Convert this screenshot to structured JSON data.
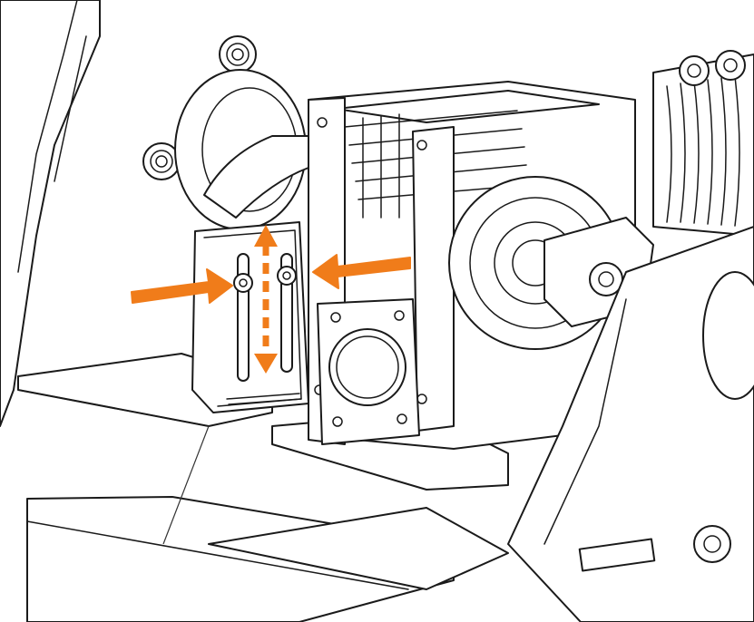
{
  "illustration": {
    "line_color": "#1a1a1a",
    "accent_color": "#f07c1a",
    "background": "#ffffff"
  },
  "annotations": [
    {
      "kind": "push-arrow",
      "direction": "right"
    },
    {
      "kind": "push-arrow",
      "direction": "left"
    },
    {
      "kind": "adjust-arrow",
      "direction": "up-down",
      "style": "dashed"
    }
  ]
}
